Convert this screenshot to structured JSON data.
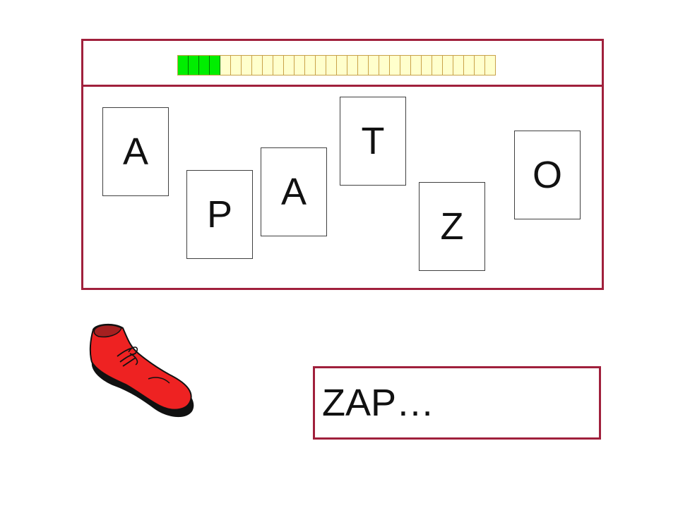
{
  "progress": {
    "filled": 4,
    "total": 30,
    "filled_color": "#00ee00",
    "empty_color": "#ffffcc"
  },
  "tiles": [
    {
      "letter": "A"
    },
    {
      "letter": "P"
    },
    {
      "letter": "A"
    },
    {
      "letter": "T"
    },
    {
      "letter": "Z"
    },
    {
      "letter": "O"
    }
  ],
  "answer": {
    "text": "ZAP…"
  },
  "picture": {
    "icon": "red-shoe-icon",
    "color": "#ee2222"
  },
  "colors": {
    "frame": "#a0203c"
  }
}
